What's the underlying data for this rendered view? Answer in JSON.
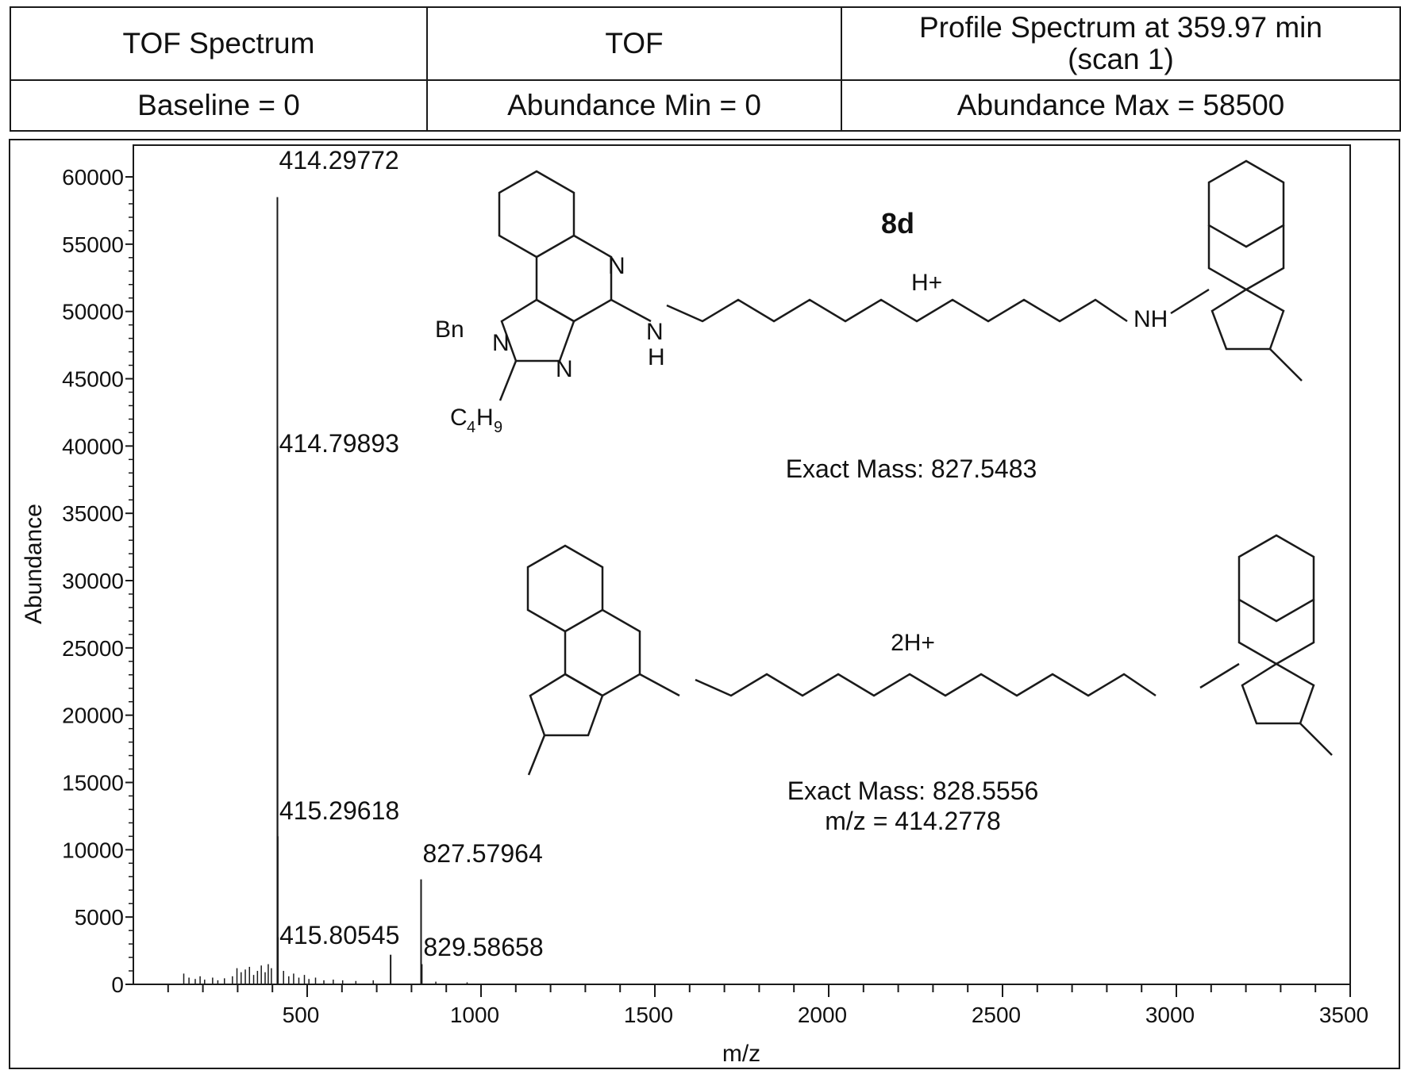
{
  "header": {
    "row1": [
      "TOF Spectrum",
      "TOF",
      "Profile Spectrum at 359.97 min\n(scan 1)"
    ],
    "row2": [
      "Baseline = 0",
      "Abundance Min = 0",
      "Abundance Max = 58500"
    ]
  },
  "chart_data": {
    "type": "line",
    "xlabel": "m/z",
    "ylabel": "Abundance",
    "xlim": [
      0,
      3500
    ],
    "ylim": [
      0,
      60000
    ],
    "x_ticks": [
      500,
      1000,
      1500,
      2000,
      2500,
      3000,
      3500
    ],
    "y_ticks": [
      0,
      5000,
      10000,
      15000,
      20000,
      25000,
      30000,
      35000,
      40000,
      45000,
      50000,
      55000,
      60000
    ],
    "peaks": [
      {
        "mz": 414.29772,
        "abundance": 58500,
        "label": "414.29772"
      },
      {
        "mz": 414.79893,
        "abundance": 40000,
        "label": "414.79893"
      },
      {
        "mz": 415.29618,
        "abundance": 11000,
        "label": "415.29618"
      },
      {
        "mz": 415.80545,
        "abundance": 3500,
        "label": "415.80545"
      },
      {
        "mz": 827.57964,
        "abundance": 7800,
        "label": "827.57964"
      },
      {
        "mz": 829.58658,
        "abundance": 1500,
        "label": "829.58658"
      },
      {
        "mz": 740.0,
        "abundance": 2200,
        "label": ""
      }
    ],
    "noise": [
      {
        "mz": 145,
        "abundance": 800
      },
      {
        "mz": 160,
        "abundance": 500
      },
      {
        "mz": 178,
        "abundance": 400
      },
      {
        "mz": 192,
        "abundance": 600
      },
      {
        "mz": 205,
        "abundance": 350
      },
      {
        "mz": 228,
        "abundance": 500
      },
      {
        "mz": 243,
        "abundance": 300
      },
      {
        "mz": 262,
        "abundance": 450
      },
      {
        "mz": 285,
        "abundance": 600
      },
      {
        "mz": 298,
        "abundance": 1200
      },
      {
        "mz": 310,
        "abundance": 900
      },
      {
        "mz": 322,
        "abundance": 1100
      },
      {
        "mz": 334,
        "abundance": 1300
      },
      {
        "mz": 346,
        "abundance": 700
      },
      {
        "mz": 357,
        "abundance": 1000
      },
      {
        "mz": 368,
        "abundance": 1400
      },
      {
        "mz": 379,
        "abundance": 900
      },
      {
        "mz": 388,
        "abundance": 1500
      },
      {
        "mz": 397,
        "abundance": 1200
      },
      {
        "mz": 432,
        "abundance": 1000
      },
      {
        "mz": 447,
        "abundance": 600
      },
      {
        "mz": 461,
        "abundance": 800
      },
      {
        "mz": 476,
        "abundance": 500
      },
      {
        "mz": 492,
        "abundance": 700
      },
      {
        "mz": 505,
        "abundance": 400
      },
      {
        "mz": 524,
        "abundance": 500
      },
      {
        "mz": 548,
        "abundance": 300
      },
      {
        "mz": 575,
        "abundance": 350
      },
      {
        "mz": 602,
        "abundance": 300
      },
      {
        "mz": 640,
        "abundance": 250
      },
      {
        "mz": 690,
        "abundance": 300
      },
      {
        "mz": 870,
        "abundance": 200
      },
      {
        "mz": 960,
        "abundance": 150
      }
    ],
    "annotations": [
      {
        "text": "8d",
        "bold": true
      },
      {
        "text": "H+"
      },
      {
        "text": "Exact Mass: 827.5483"
      },
      {
        "text": "2H+"
      },
      {
        "text": "Exact Mass: 828.5556"
      },
      {
        "text": "m/z = 414.2778"
      }
    ]
  },
  "structure": {
    "labels": [
      "N",
      "N",
      "Bn",
      "N",
      "C",
      "4",
      "H",
      "9",
      "N",
      "H",
      "NH"
    ]
  }
}
